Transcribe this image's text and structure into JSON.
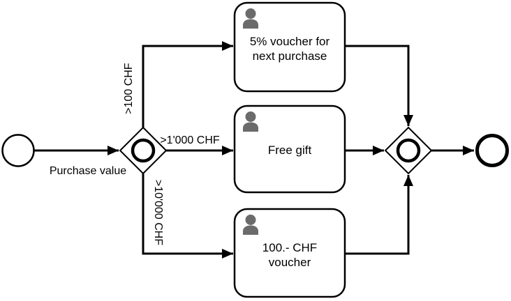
{
  "diagram": {
    "type": "bpmn-process",
    "background": "#ffffff",
    "line_color": "#000000",
    "user_icon_color": "#6b6b6b"
  },
  "events": {
    "start": {
      "type": "start-event"
    },
    "end": {
      "type": "end-event"
    }
  },
  "gateways": {
    "split": {
      "type": "inclusive-gateway"
    },
    "join": {
      "type": "inclusive-gateway"
    }
  },
  "flows": {
    "purchase_value": {
      "label": "Purchase value"
    },
    "over_100": {
      "label": ">100 CHF"
    },
    "over_1000": {
      "label": ">1'000 CHF"
    },
    "over_10000": {
      "label": ">10'000 CHF"
    }
  },
  "tasks": [
    {
      "type": "user-task",
      "icon": "user-icon",
      "lines": [
        "5% voucher for",
        "next purchase"
      ]
    },
    {
      "type": "user-task",
      "icon": "user-icon",
      "lines": [
        "Free gift"
      ]
    },
    {
      "type": "user-task",
      "icon": "user-icon",
      "lines": [
        "100.- CHF",
        "voucher"
      ]
    }
  ]
}
